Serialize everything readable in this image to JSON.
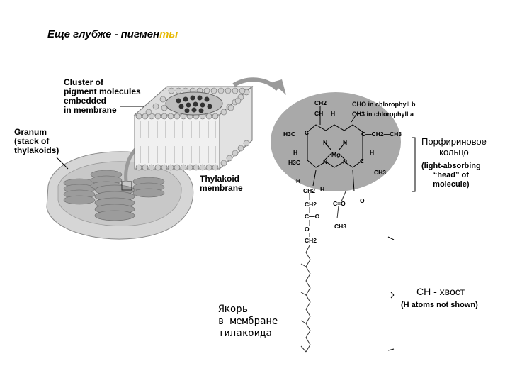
{
  "title": {
    "prefix": "Еще глубже - пигмен",
    "suffix": "ты"
  },
  "labels": {
    "cluster": "Cluster of\npigment molecules\nembedded\nin membrane",
    "granum": "Granum\n(stack of\nthylakoids)",
    "thylakoid_membrane": "Thylakoid\nmembrane",
    "chl_b": "CHO in chlorophyll b",
    "chl_a": "CH3 in chlorophyll a",
    "porphyrin_ru": "Порфириновое\nкольцо",
    "porphyrin_en": "(light-absorbing\n“head” of\nmolecule)",
    "tail_ru": "СН - хвост",
    "tail_en": "(H atoms not shown)",
    "anchor_ru": "Якорь\nв мембране\nтилакоида"
  },
  "chem": {
    "ch2_top": "CH2",
    "ch_top": "CH",
    "h_top": "H",
    "h3c_left": "H3C",
    "ch2ch3": "C—CH2—CH3",
    "mg": "Mg",
    "h_left": "H",
    "h_right": "H",
    "h3c_left2": "H3C",
    "ch3_right": "CH3",
    "h_bot": "H",
    "ch2_bot": "CH2",
    "h_bot2": "H",
    "ch2_chain": "CH2",
    "c_o_chain": "C—O",
    "o_chain": "O",
    "ch2_chain2": "CH2",
    "c_eq_o": "C=O",
    "o_right": "O",
    "ch3_ester": "CH3",
    "ring_c": "C",
    "ring_n": "N"
  },
  "colors": {
    "blob": "#a9a9a9",
    "arrow": "#9a9a9a",
    "green_ty": "#3aa032",
    "yellow_ty": "#e6b800"
  }
}
